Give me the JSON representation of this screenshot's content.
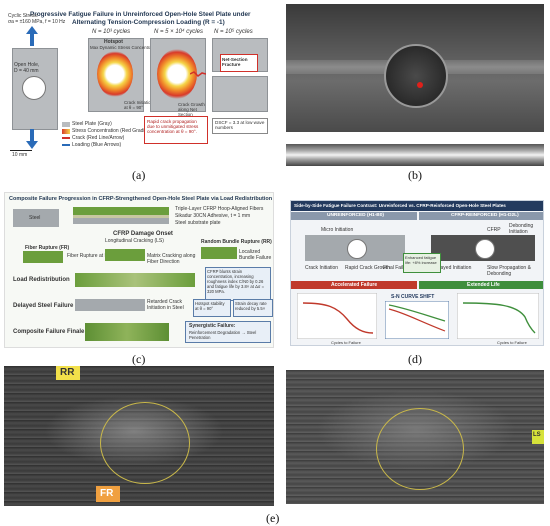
{
  "panel_a": {
    "title_line1": "Progressive Fatigue Failure in Unreinforced Open-Hole Steel Plate under",
    "title_line2": "Alternating Tension-Compression Loading (R = -1)",
    "cyclic_stress_label": "Cyclic Stress:",
    "cyclic_stress_value": "σa = ±160 MPa, f = 10 Hz",
    "open_hole_label": "Open Hole,",
    "open_hole_dim": "D = 40 mm",
    "stage1": "N = 10³ cycles",
    "stage2": "N = 5 × 10⁴ cycles",
    "stage3": "N = 10⁵ cycles",
    "hotspot_label": "Hotspot",
    "hotspot_desc": "Max Dynamic Stress Concentration",
    "crack_init": "Crack Initiation at θ = 90°",
    "crack_growth": "Crack Growth along Net Section",
    "net_section": "Net-Section Fracture",
    "legend1": "Steel Plate (Gray)",
    "legend2": "Stress Concentration (Red Gradient)",
    "legend3": "Crack (Red Line/Arrow)",
    "legend4": "Loading (Blue Arrows)",
    "callout": "Rapid crack propagation due to unmitigated stress concentration at θ = 90°.",
    "dscf": "DSCF = 3.3 at low wave numbers",
    "scale": "10 mm",
    "caption": "(a)"
  },
  "panel_b": {
    "caption": "(b)"
  },
  "panel_c": {
    "title": "Composite Failure Progression in CFRP-Strengthened Open-Hole Steel Plate via Load Redistribution",
    "steel_label": "Steel",
    "cfrp_label1": "Triple-Layer CFRP Hoop-Aligned Fibers",
    "cfrp_label2": "Sikadur 30CN Adhesive, t = 1 mm",
    "cfrp_label3": "Steel substrate plate",
    "onset_title": "CFRP Damage Onset",
    "onset_sub": "Longitudinal Cracking (LS)",
    "fr_label": "Fiber Rupture (FR)",
    "fr_desc": "Fiber Rupture at Hotspot",
    "ls_desc": "Matrix Cracking along Fiber Direction",
    "rr_label": "Random Bundle Rupture (RR)",
    "rr_desc": "Localized Bundle Failure",
    "redistribution": "Load Redistribution",
    "redistribution_box": "CFRP blunts strain concentration, increasing roughness index C/N0 by 0.26 and fatigue life by 3.8× at Δσ = 320 MPa.",
    "delayed": "Delayed Steel Failure",
    "retarded": "Retarded Crack Initiation in Steel",
    "hotspot_stab": "Hotspot stability at θ = 90°",
    "strain_decay": "Strain decay rate reduced by 5.5×",
    "finale": "Composite Failure Finale",
    "synergy_title": "Synergistic Failure:",
    "synergy_desc": "Reinforcement Degradation → Steel Penetration",
    "caption": "(c)"
  },
  "panel_d": {
    "title": "Side-by-Side Fatigue Failure Contrast: Unreinforced vs. CFRP-Reinforced Open-Hole Steel Plates",
    "left_head": "UNREINFORCED (H1-B0)",
    "right_head": "CFRP-REINFORCED (H1-D2L)",
    "micro_init": "Micro Initiation",
    "crack_init": "Crack Initiation",
    "rapid_growth": "Rapid Crack Growth",
    "final_failure": "Final Failure",
    "cfrp": "CFRP",
    "debonding_init": "Debonding Initiation",
    "delayed_init": "Delayed Initiation",
    "slow_prop": "Slow Propagation & Debonding",
    "accelerated": "Accelerated Failure",
    "extended": "Extended Life",
    "sn_title": "S-N CURVE SHIFT",
    "sn_x": "Cycles to Failure",
    "enhanced": "Enhanced fatigue life: +8% increase",
    "caption": "(d)"
  },
  "panel_e": {
    "label_rr": "RR",
    "label_fr": "FR",
    "label_ls": "LS",
    "caption": "(e)"
  },
  "colors": {
    "title_blue": "#1f3550",
    "accent_red": "#d0302a",
    "cfrp_green": "#6b9e3c",
    "banner_red": "#c0392b",
    "banner_green": "#3f8f3c",
    "label_yellow": "#f2e04a"
  }
}
